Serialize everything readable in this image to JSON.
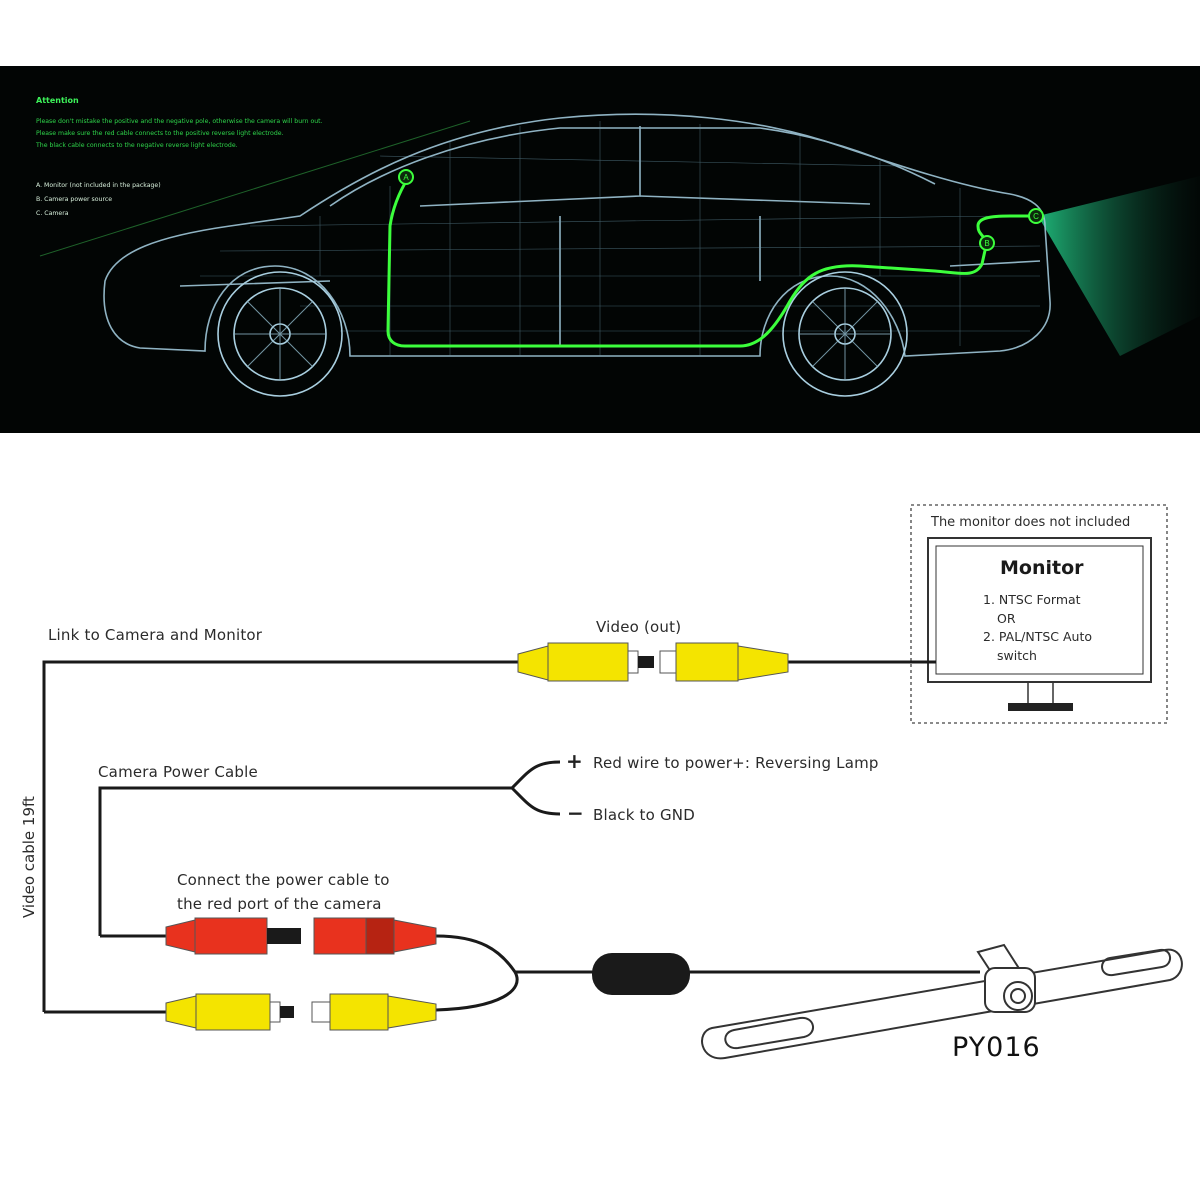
{
  "banner": {
    "attention_title": "Attention",
    "attention_lines": [
      "Please don't mistake the positive and the negative pole, otherwise the camera will burn out.",
      "Please make sure the red cable connects to the positive reverse light electrode.",
      "The black cable connects to the negative reverse light electrode."
    ],
    "legend": [
      "A. Monitor (not included in the package)",
      "B. Camera power source",
      "C. Camera"
    ],
    "markers": [
      "A",
      "B",
      "C"
    ],
    "colors": {
      "background": "#020504",
      "wire": "#3cff3c",
      "outline": "#9fc6d8",
      "beam": "#1ec88a"
    }
  },
  "diagram": {
    "link_label": "Link to Camera and Monitor",
    "video_out_label": "Video (out)",
    "monitor_note": "The monitor does not included",
    "monitor_title": "Monitor",
    "monitor_items": [
      "1. NTSC Format",
      "OR",
      "2. PAL/NTSC Auto",
      "switch"
    ],
    "vertical_label": "Video cable 19ft",
    "power_cable_label": "Camera Power Cable",
    "plus_sign": "+",
    "minus_sign": "−",
    "red_wire_label": "Red wire to power+:  Reversing Lamp",
    "black_wire_label": "Black to GND",
    "connect_line1": "Connect the power cable to",
    "connect_line2": "the red port of the camera",
    "model": "PY016",
    "colors": {
      "yellow": "#f4e400",
      "red": "#e8321e",
      "cable": "#1a1a1a"
    }
  }
}
